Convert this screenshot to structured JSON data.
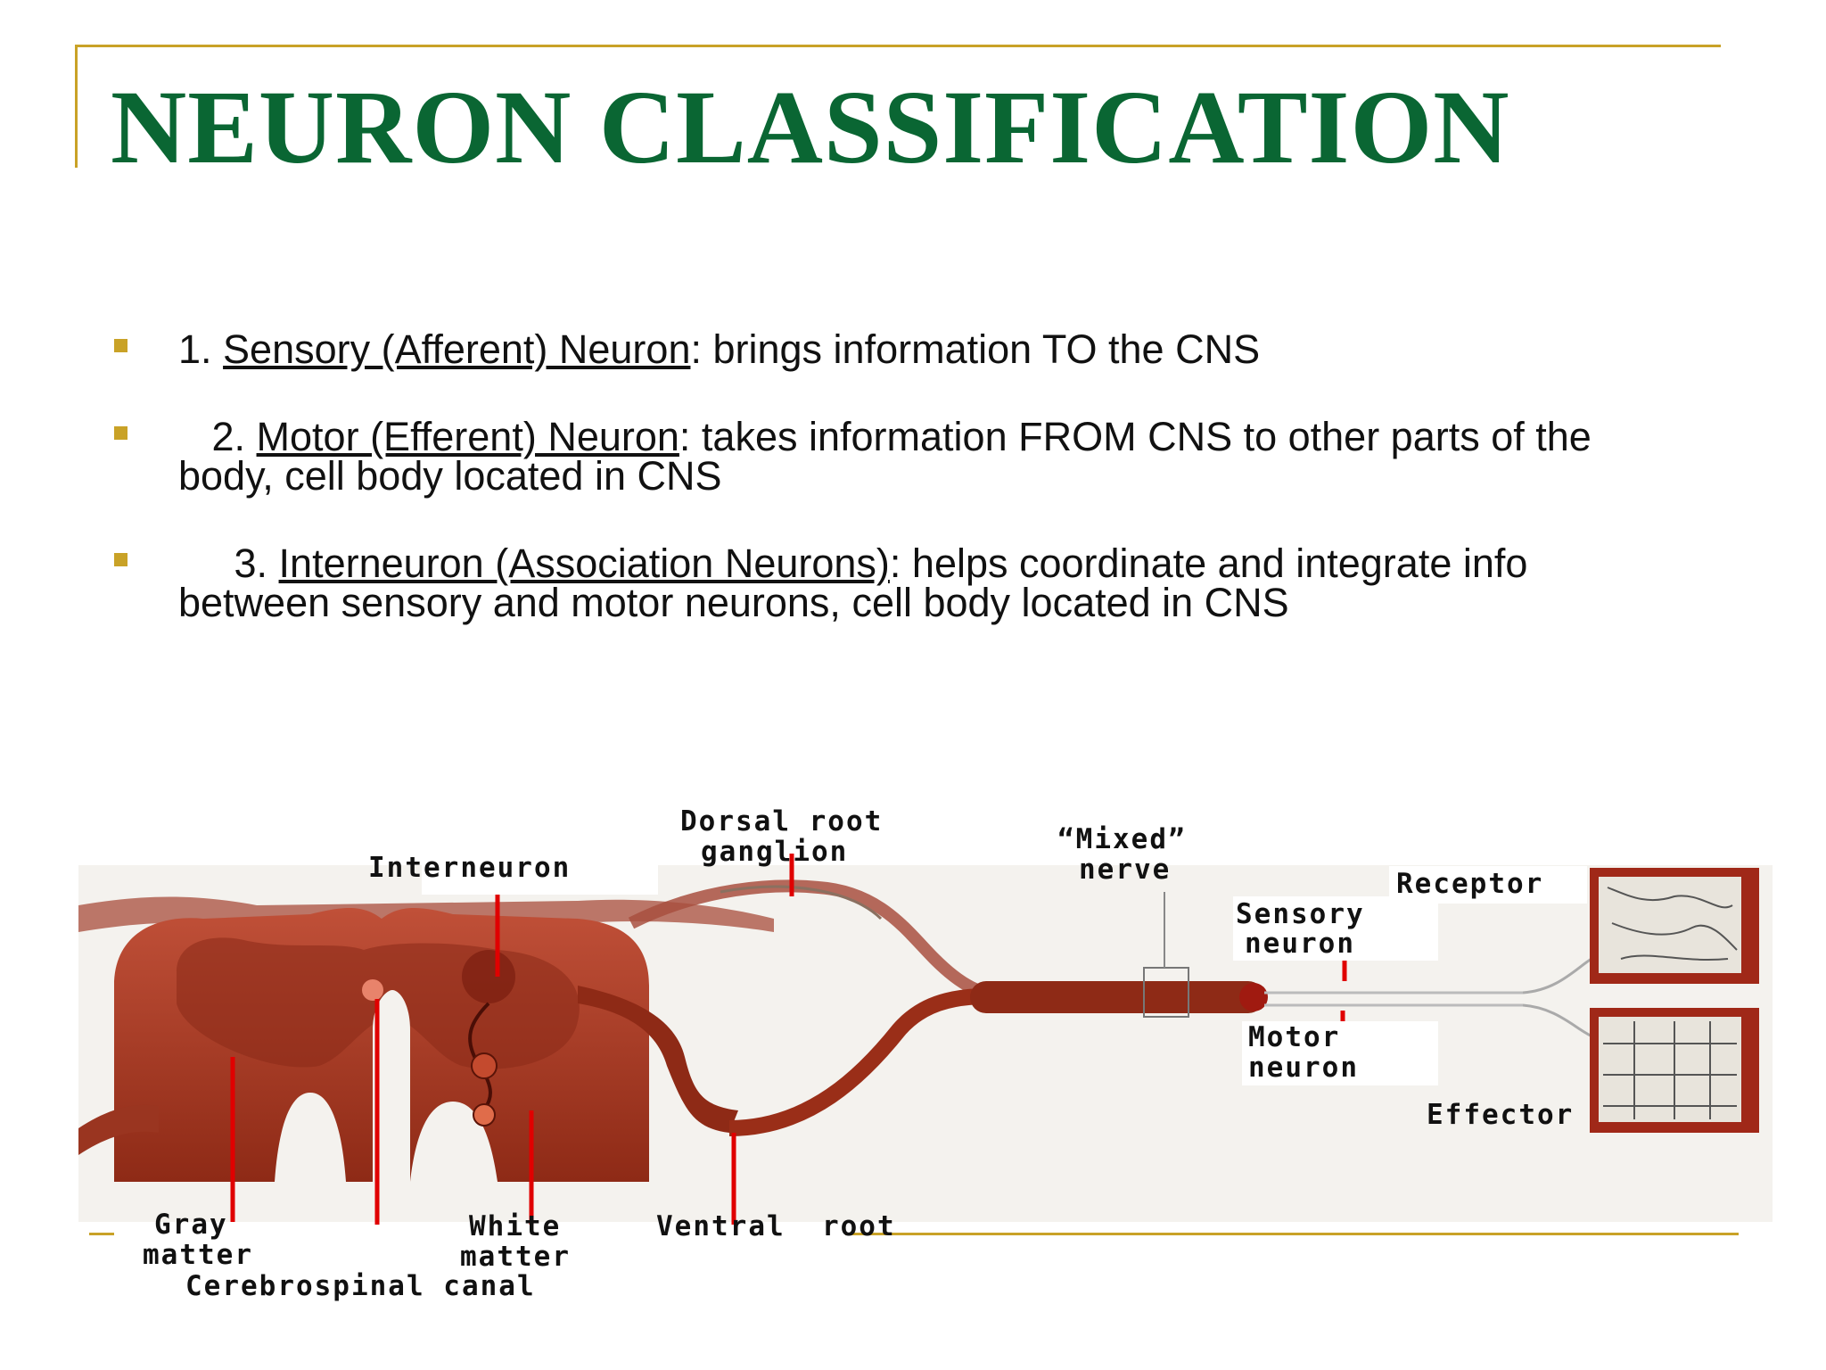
{
  "slide": {
    "title": "NEURON CLASSIFICATION",
    "bullets": [
      {
        "prefix": "1. ",
        "term": "Sensory (Afferent) Neuron",
        "text": ": brings information TO the CNS"
      },
      {
        "prefix": "   2. ",
        "term": "Motor (Efferent) Neuron",
        "text": ": takes information FROM CNS to other parts of the body, cell body located in CNS"
      },
      {
        "prefix": "     3. ",
        "term": "Interneuron (Association Neurons)",
        "text": ": helps coordinate and integrate info between sensory and motor neurons, cell body located in CNS"
      }
    ]
  },
  "diagram": {
    "labels": {
      "dorsal_root_ganglion_1": "Dorsal root",
      "dorsal_root_ganglion_2": "ganglion",
      "interneuron": "Interneuron",
      "mixed_nerve_1": "“Mixed”",
      "mixed_nerve_2": "nerve",
      "receptor": "Receptor",
      "sensory_neuron_1": "Sensory",
      "sensory_neuron_2": "neuron",
      "motor_neuron_1": "Motor",
      "motor_neuron_2": "neuron",
      "effector": "Effector",
      "gray_matter_1": "Gray",
      "gray_matter_2": "matter",
      "white_matter_1": "White",
      "white_matter_2": "matter",
      "ventral_root": "Ventral  root",
      "cerebrospinal_canal": "Cerebrospinal canal"
    }
  },
  "colors": {
    "title": "#0a6633",
    "accent": "#c9a227",
    "tissue": "#a0301c",
    "pointer": "#e00000"
  }
}
